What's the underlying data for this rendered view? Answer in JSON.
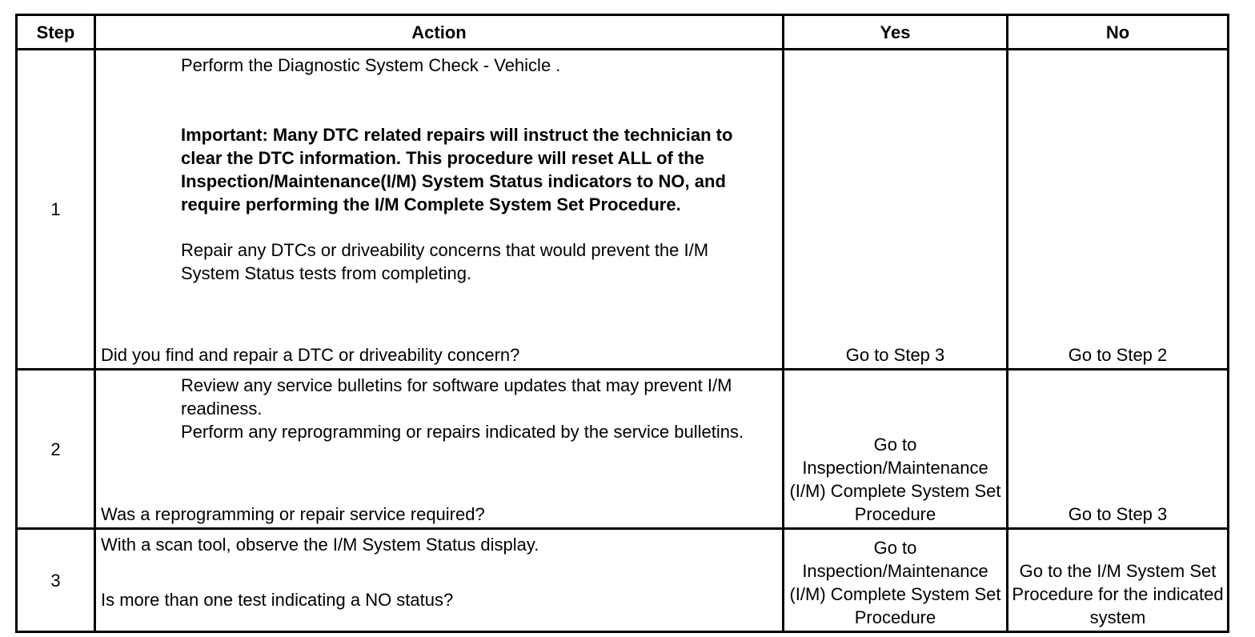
{
  "table": {
    "headers": {
      "step": "Step",
      "action": "Action",
      "yes": "Yes",
      "no": "No"
    },
    "rows": [
      {
        "step": "1",
        "action_line1": "Perform the Diagnostic System Check - Vehicle .",
        "important": "Important: Many DTC related repairs will instruct the technician to clear the DTC information. This procedure will reset ALL of the Inspection/Maintenance(I/M) System Status indicators to NO, and require performing the I/M Complete System Set Procedure.",
        "action_line2": "Repair any DTCs or driveability concerns that would prevent the I/M System Status tests from completing.",
        "question": "Did you find and repair a DTC or driveability concern?",
        "yes": "Go to Step 3",
        "no": "Go to Step 2"
      },
      {
        "step": "2",
        "action_line1": "Review any service bulletins for software updates that may prevent I/M readiness.",
        "action_line2": "Perform any reprogramming or repairs indicated by the service bulletins.",
        "question": "Was a reprogramming or repair service required?",
        "yes": "Go to Inspection/Maintenance (I/M) Complete System Set Procedure",
        "no": "Go to Step 3"
      },
      {
        "step": "3",
        "action_line1": "With a scan tool, observe the I/M System Status display.",
        "question": "Is more than one test indicating a NO status?",
        "yes": "Go to Inspection/Maintenance (I/M) Complete System Set Procedure",
        "no": "Go to the I/M System Set Procedure for the indicated system"
      }
    ]
  }
}
